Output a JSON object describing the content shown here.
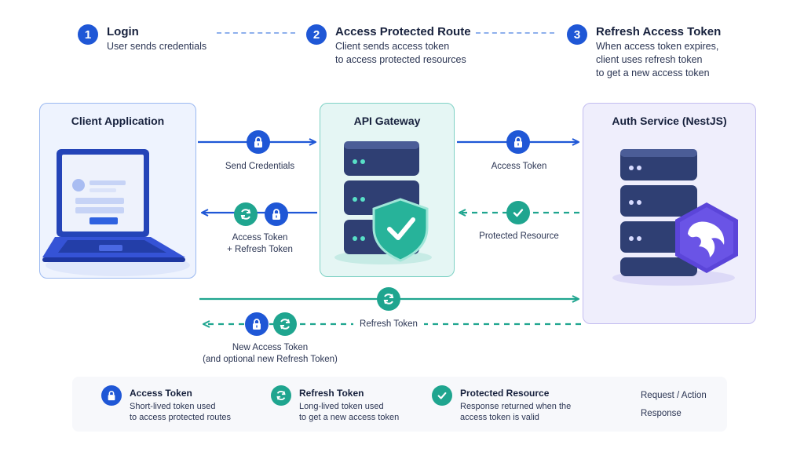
{
  "steps": [
    {
      "num": "1",
      "title": "Login",
      "desc": [
        "User sends credentials"
      ]
    },
    {
      "num": "2",
      "title": "Access Protected Route",
      "desc": [
        "Client sends access token",
        "to access protected resources"
      ]
    },
    {
      "num": "3",
      "title": "Refresh Access Token",
      "desc": [
        "When access token expires,",
        "client uses refresh token",
        "to get a new access token"
      ]
    }
  ],
  "panels": {
    "client": "Client Application",
    "gateway": "API Gateway",
    "auth": "Auth Service (NestJS)"
  },
  "flows": {
    "send_credentials": "Send Credentials",
    "access_token_right": "Access Token",
    "access_refresh": [
      "Access Token",
      "+ Refresh Token"
    ],
    "protected_resource": "Protected Resource",
    "refresh_token": "Refresh Token",
    "new_access": [
      "New Access Token",
      "(and optional new Refresh Token)"
    ]
  },
  "legend": {
    "items": [
      {
        "title": "Access Token",
        "desc": [
          "Short-lived token used",
          "to access protected routes"
        ]
      },
      {
        "title": "Refresh Token",
        "desc": [
          "Long-lived token used",
          "to get a new access token"
        ]
      },
      {
        "title": "Protected Resource",
        "desc": [
          "Response returned when the",
          "access token is valid"
        ]
      }
    ],
    "request": "Request / Action",
    "response": "Response"
  },
  "colors": {
    "blue": "#1f57d6",
    "teal": "#1fa58f",
    "blue_panel": "#eef3fe",
    "teal_panel": "#e5f6f4",
    "purple_panel": "#efeefc"
  }
}
